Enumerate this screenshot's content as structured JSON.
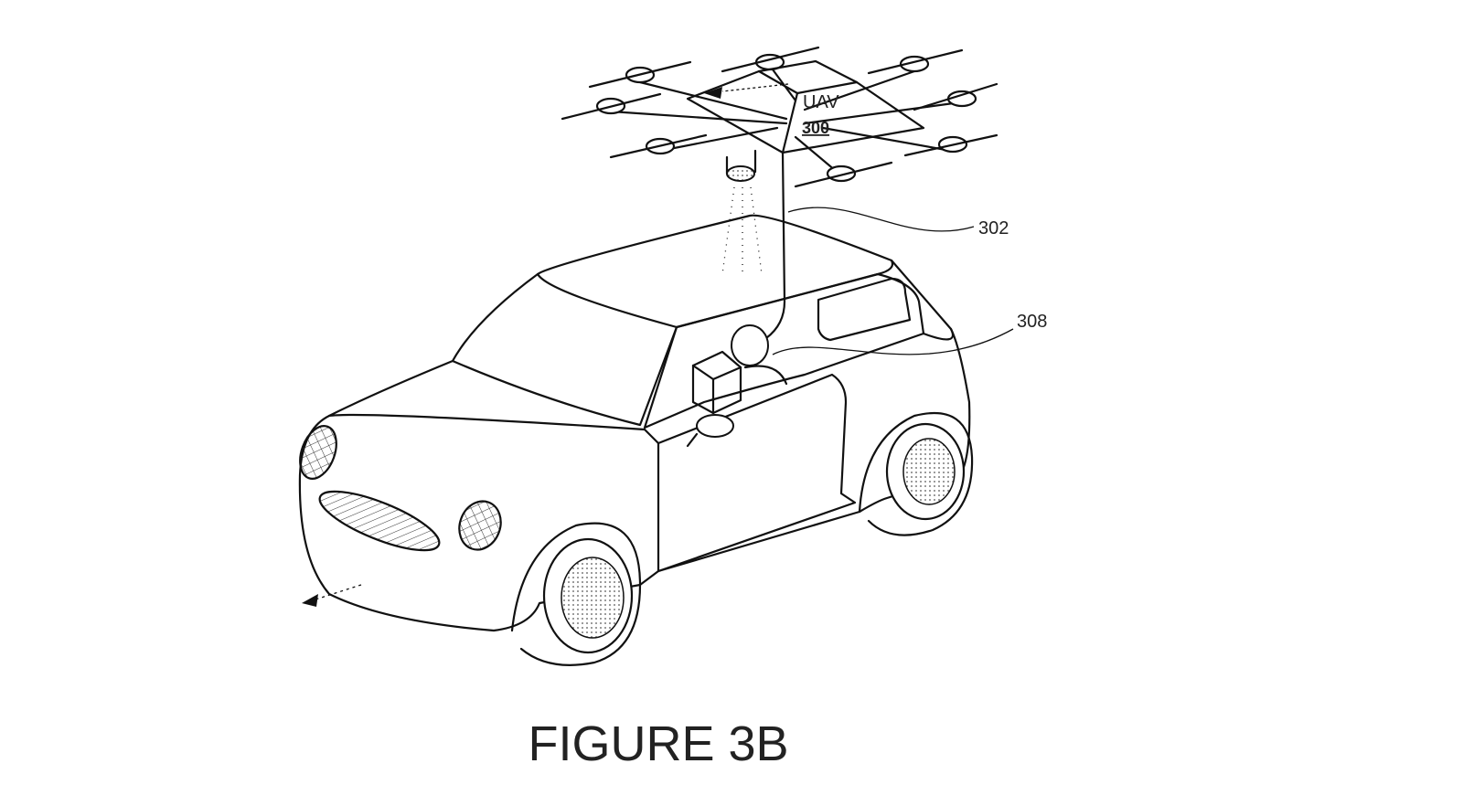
{
  "figure": {
    "caption": "FIGURE 3B",
    "uav_label": "UAV",
    "uav_number": "300",
    "ref_tether": "302",
    "ref_occupant": "308"
  },
  "colors": {
    "line": "#111111",
    "background": "#ffffff"
  }
}
